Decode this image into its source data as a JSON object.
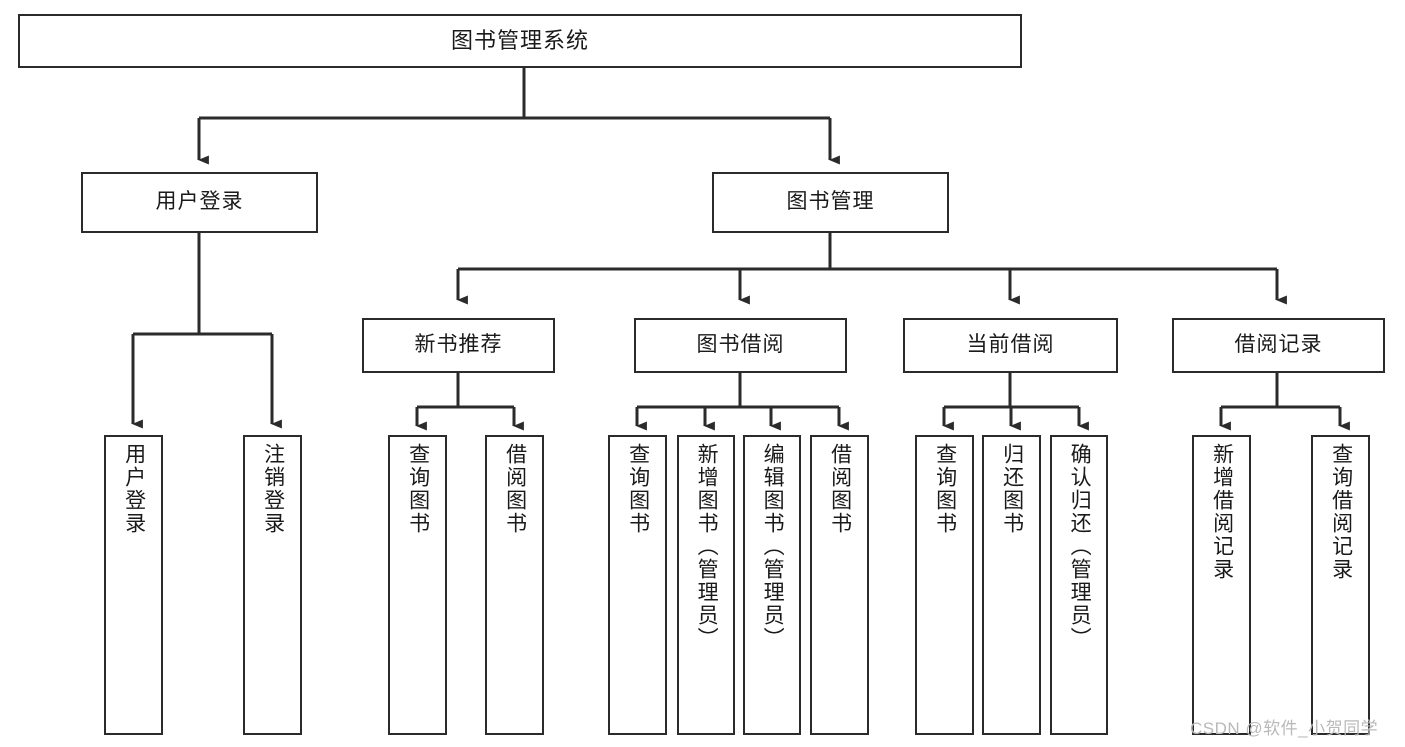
{
  "diagram": {
    "type": "tree-hierarchy",
    "title": "图书管理系统",
    "orientation": "top-down",
    "colors": {
      "box_border": "#2b2b2b",
      "box_fill": "#ffffff",
      "connector": "#2b2b2b",
      "watermark": "#b9b9b9"
    },
    "watermark": "CSDN @软件_小贺同学",
    "levels": {
      "root": "图书管理系统",
      "level2": [
        "用户登录",
        "图书管理"
      ],
      "level3": [
        "新书推荐",
        "图书借阅",
        "当前借阅",
        "借阅记录"
      ]
    },
    "nodes": {
      "root": {
        "label": "图书管理系统"
      },
      "user_login": {
        "label": "用户登录"
      },
      "book_manage": {
        "label": "图书管理"
      },
      "new_book_rec": {
        "label": "新书推荐"
      },
      "book_borrow": {
        "label": "图书借阅"
      },
      "current_borrow": {
        "label": "当前借阅"
      },
      "borrow_record": {
        "label": "借阅记录"
      },
      "leaf_user_login": {
        "label": "用户登录"
      },
      "leaf_logout": {
        "label": "注销登录"
      },
      "leaf_query_book_1": {
        "label": "查询图书"
      },
      "leaf_borrow_book_1": {
        "label": "借阅图书"
      },
      "leaf_query_book_2": {
        "label": "查询图书"
      },
      "leaf_add_book": {
        "label": "新增图书（管理员）"
      },
      "leaf_edit_book": {
        "label": "编辑图书（管理员）"
      },
      "leaf_borrow_book_2": {
        "label": "借阅图书"
      },
      "leaf_query_book_3": {
        "label": "查询图书"
      },
      "leaf_return_book": {
        "label": "归还图书"
      },
      "leaf_confirm_return": {
        "label": "确认归还（管理员）"
      },
      "leaf_add_record": {
        "label": "新增借阅记录"
      },
      "leaf_query_record": {
        "label": "查询借阅记录"
      }
    },
    "edges": [
      {
        "from": "root",
        "to": "user_login"
      },
      {
        "from": "root",
        "to": "book_manage"
      },
      {
        "from": "user_login",
        "to": "leaf_user_login"
      },
      {
        "from": "user_login",
        "to": "leaf_logout"
      },
      {
        "from": "book_manage",
        "to": "new_book_rec"
      },
      {
        "from": "book_manage",
        "to": "book_borrow"
      },
      {
        "from": "book_manage",
        "to": "current_borrow"
      },
      {
        "from": "book_manage",
        "to": "borrow_record"
      },
      {
        "from": "new_book_rec",
        "to": "leaf_query_book_1"
      },
      {
        "from": "new_book_rec",
        "to": "leaf_borrow_book_1"
      },
      {
        "from": "book_borrow",
        "to": "leaf_query_book_2"
      },
      {
        "from": "book_borrow",
        "to": "leaf_add_book"
      },
      {
        "from": "book_borrow",
        "to": "leaf_edit_book"
      },
      {
        "from": "book_borrow",
        "to": "leaf_borrow_book_2"
      },
      {
        "from": "current_borrow",
        "to": "leaf_query_book_3"
      },
      {
        "from": "current_borrow",
        "to": "leaf_return_book"
      },
      {
        "from": "current_borrow",
        "to": "leaf_confirm_return"
      },
      {
        "from": "borrow_record",
        "to": "leaf_add_record"
      },
      {
        "from": "borrow_record",
        "to": "leaf_query_record"
      }
    ]
  }
}
